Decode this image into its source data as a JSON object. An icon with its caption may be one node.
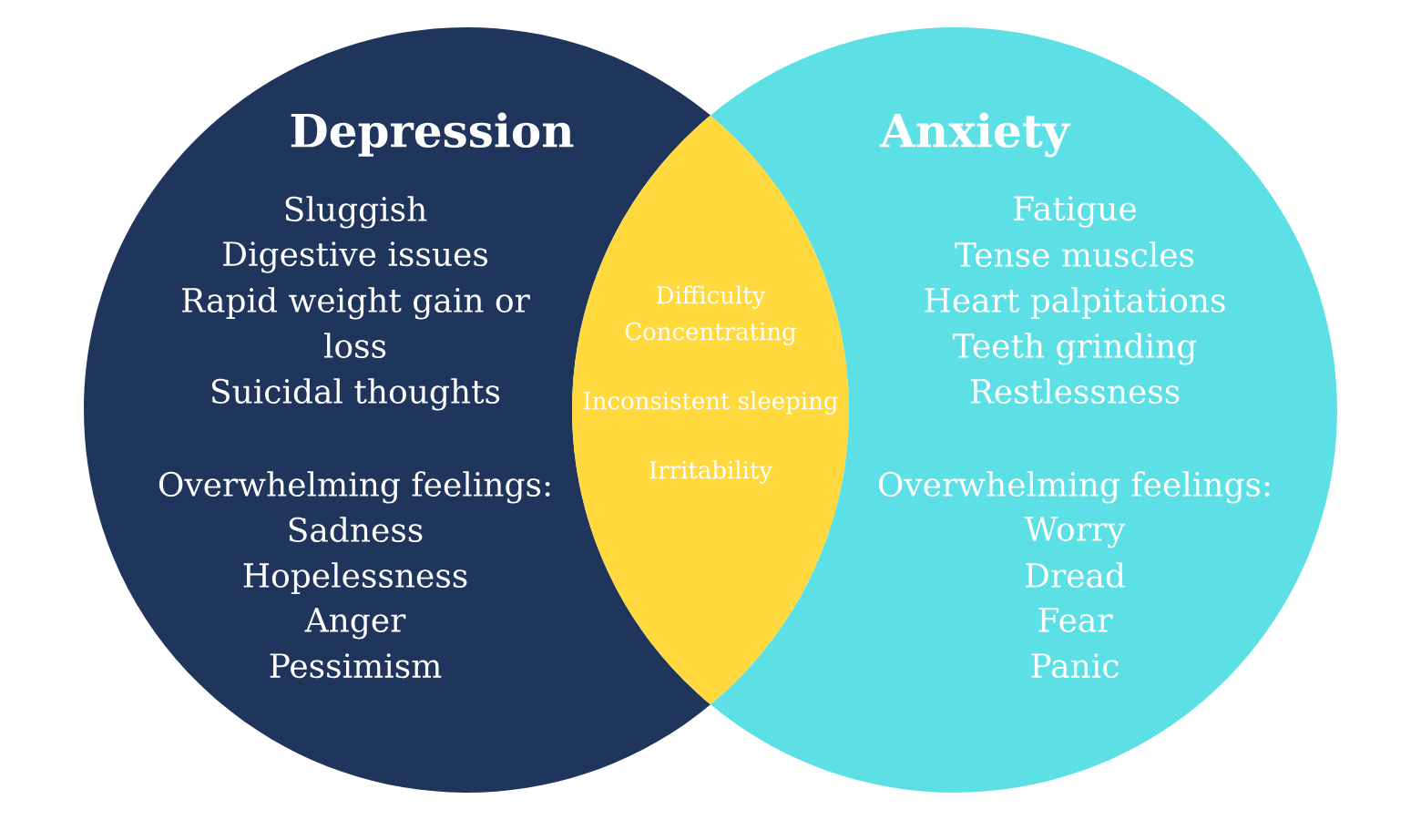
{
  "diagram": {
    "nodes": [
      {
        "text": [
          "Depression",
          "Sluggish",
          "Digestive issues",
          "Rapid weight gain or loss",
          "Suicidal thoughts",
          "Overwhelming feelings:",
          "Sadness",
          "Hopelessness",
          "Anger",
          "Pessimism"
        ]
      },
      {
        "text": [
          "Difficulty Concentrating",
          "Inconsistent sleeping",
          "Irritability"
        ]
      },
      {
        "text": [
          "Anxiety",
          "Fatigue",
          "Tense muscles",
          "Heart palpitations",
          "Teeth grinding",
          "Restlessness",
          "Overwhelming feelings:",
          "Worry",
          "Dread",
          "Fear",
          "Panic"
        ]
      }
    ]
  }
}
